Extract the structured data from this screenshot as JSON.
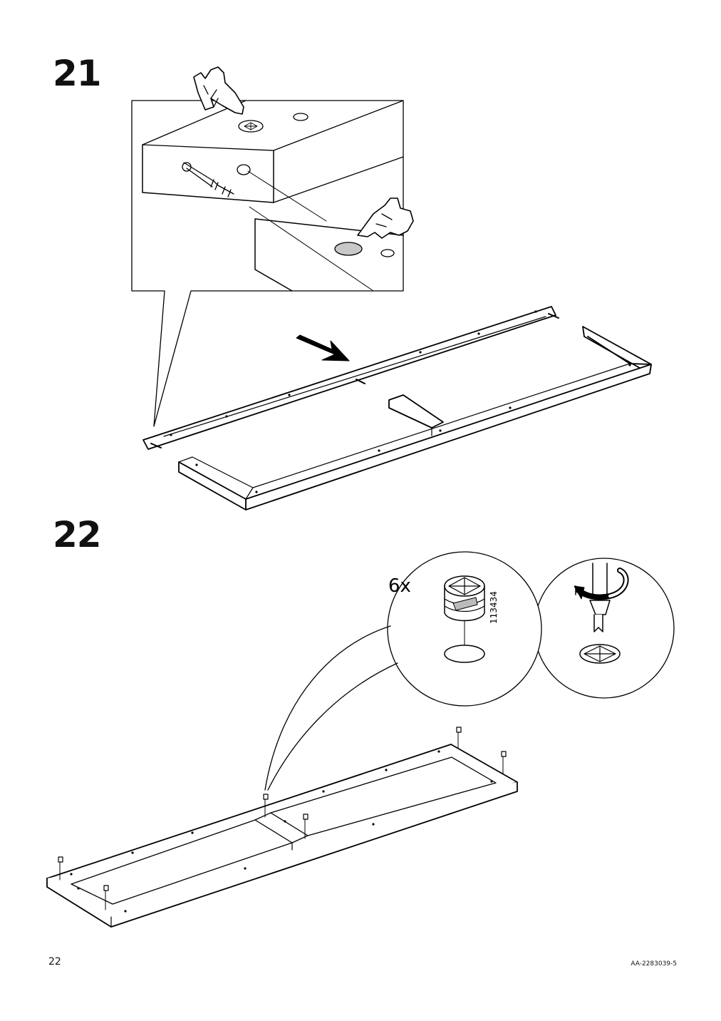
{
  "steps": [
    {
      "number": "21"
    },
    {
      "number": "22"
    }
  ],
  "step22": {
    "quantity": "6x",
    "part_number": "113434"
  },
  "footer": {
    "page_number": "22",
    "document_code": "AA-2283039-5"
  }
}
